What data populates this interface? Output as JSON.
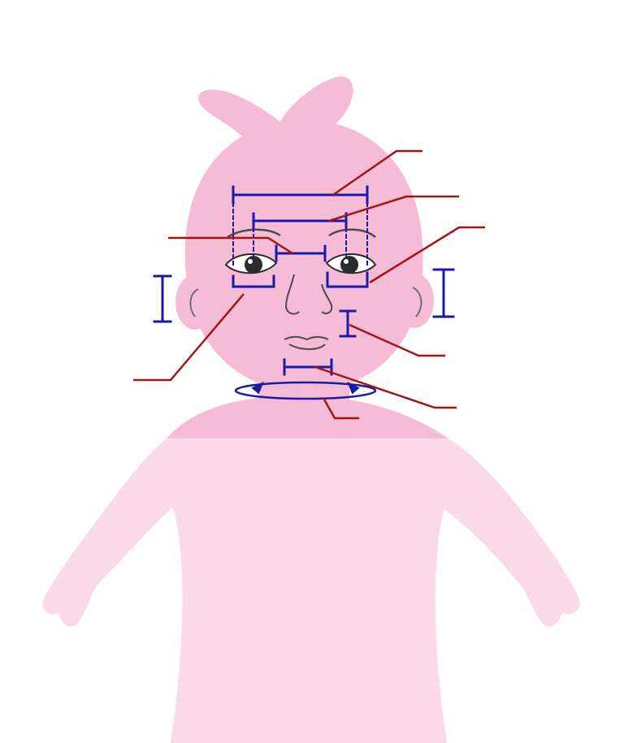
{
  "colors": {
    "background": "#ffffff",
    "skin": "#f6bcd6",
    "skin_light": "#f9d3e4",
    "measure_line": "#1a1aa6",
    "callout_line": "#a31515",
    "eye_dark": "#2b2b2b",
    "feature_line": "#4a4a4a"
  },
  "measurements": [
    {
      "id": "outer-eye-width"
    },
    {
      "id": "inner-brow-width"
    },
    {
      "id": "inter-eye-distance"
    },
    {
      "id": "right-eye-width"
    },
    {
      "id": "left-eye-width"
    },
    {
      "id": "ear-height-left"
    },
    {
      "id": "ear-height-right"
    },
    {
      "id": "nose-to-lip"
    },
    {
      "id": "chin-width"
    },
    {
      "id": "neck-circumference"
    }
  ]
}
